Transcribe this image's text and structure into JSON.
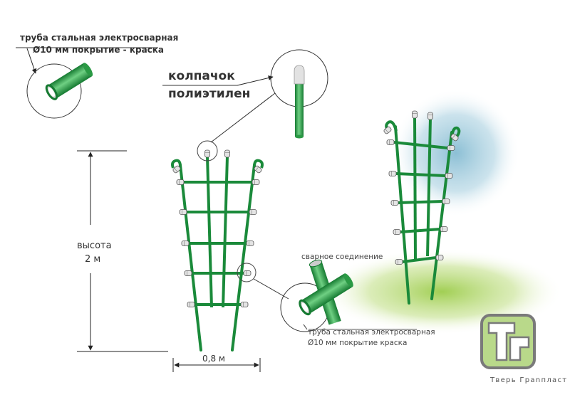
{
  "callouts": {
    "pipe_top": {
      "line1": "труба  стальная электросварная",
      "line2": "Ø10 мм покрытие - краска"
    },
    "cap": {
      "line1": "колпачок",
      "line2": "полиэтилен"
    },
    "weld": {
      "label": "сварное соединение"
    },
    "pipe_bottom": {
      "line1": "труба стальная электросварная",
      "line2": "Ø10 мм покрытие краска"
    }
  },
  "dimensions": {
    "height_label": "высота",
    "height_value": "2 м",
    "width_value": "0,8 м"
  },
  "brand": {
    "name": "Тверь Грanпласт",
    "logo_letters": "ТГ"
  },
  "colors": {
    "pipe_green": "#1a8a3a",
    "pipe_highlight": "#5cc46f",
    "cap_gray": "#d9d9d9",
    "sky_blue": "#9cc9dc",
    "grass_green": "#b6d96a",
    "logo_green": "#b9d98a",
    "logo_border": "#7a7a7a"
  }
}
